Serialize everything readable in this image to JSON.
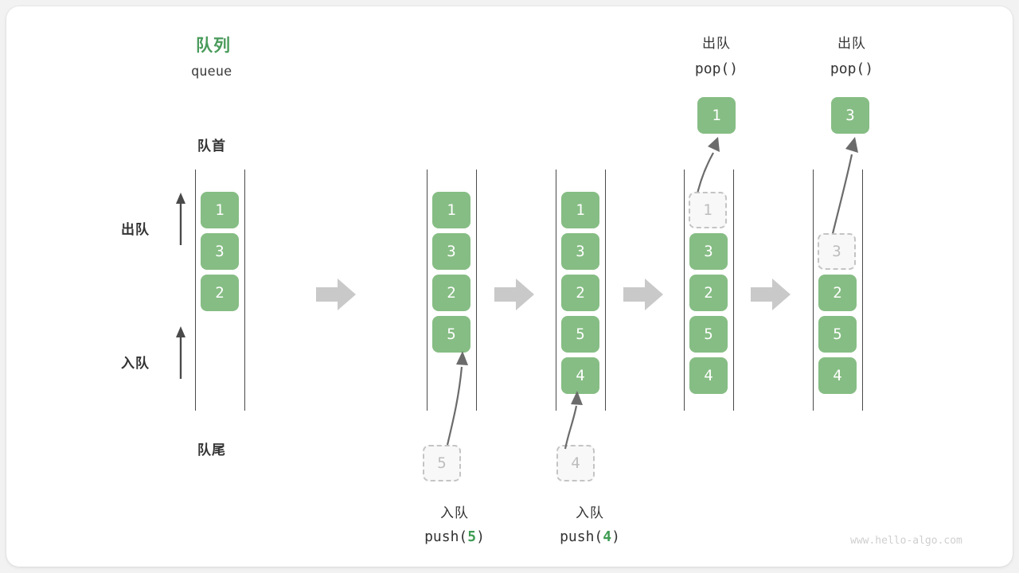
{
  "diagram": {
    "title_cn": "队列",
    "title_en": "queue",
    "head_label": "队首",
    "tail_label": "队尾",
    "dequeue_label": "出队",
    "enqueue_label": "入队",
    "watermark": "www.hello-algo.com",
    "colors": {
      "cell_green": "#86bd84",
      "title_green": "#4a9b5b",
      "accent_green": "#3f9c52",
      "rail_gray": "#4a4a4a",
      "ghost_gray": "#c4c4c4",
      "step_arrow_gray": "#c9c9c9",
      "card_white": "#ffffff",
      "page_gray": "#f2f2f2"
    }
  },
  "columns": [
    {
      "id": "initial",
      "op_cn": "",
      "op_code": "",
      "cells": [
        "1",
        "3",
        "2"
      ]
    },
    {
      "id": "push-5",
      "op_cn": "入队",
      "op_code_prefix": "push(",
      "op_code_arg": "5",
      "op_code_suffix": ")",
      "cells": [
        "1",
        "3",
        "2",
        "5"
      ],
      "incoming_value": "5"
    },
    {
      "id": "push-4",
      "op_cn": "入队",
      "op_code_prefix": "push(",
      "op_code_arg": "4",
      "op_code_suffix": ")",
      "cells": [
        "1",
        "3",
        "2",
        "5",
        "4"
      ],
      "incoming_value": "4"
    },
    {
      "id": "pop-1",
      "op_cn": "出队",
      "op_code": "pop()",
      "popped_value": "1",
      "ghost_value": "1",
      "cells": [
        "3",
        "2",
        "5",
        "4"
      ]
    },
    {
      "id": "pop-3",
      "op_cn": "出队",
      "op_code": "pop()",
      "popped_value": "3",
      "ghost_value": "3",
      "cells": [
        "2",
        "5",
        "4"
      ]
    }
  ]
}
